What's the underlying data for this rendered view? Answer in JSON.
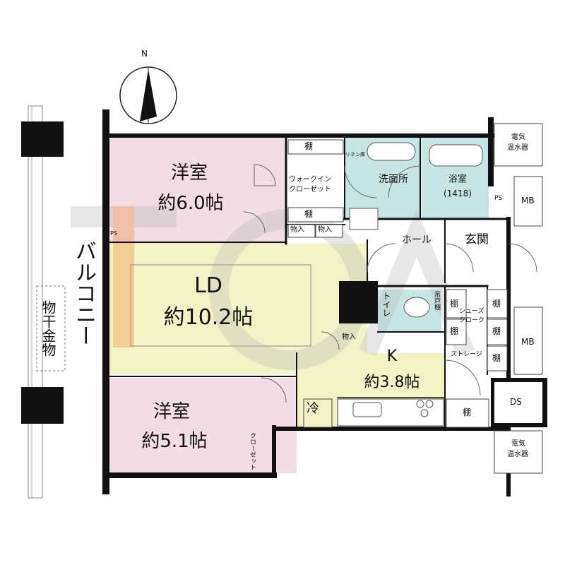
{
  "compass": {
    "north_label": "N"
  },
  "balcony": {
    "label": "バルコニー",
    "drying_rack": "物干金物"
  },
  "rooms": {
    "western1": {
      "name": "洋室",
      "area": "約6.0帖"
    },
    "western2": {
      "name": "洋室",
      "area": "約5.1帖"
    },
    "ld": {
      "name": "LD",
      "area": "約10.2帖"
    },
    "kitchen": {
      "name": "K",
      "area": "約3.8帖"
    },
    "wic": {
      "line1": "ウォークイン",
      "line2": "クローゼット"
    },
    "washroom": {
      "name": "洗面所"
    },
    "bath": {
      "name": "浴室",
      "size": "(1418)"
    },
    "hall": {
      "name": "ホール"
    },
    "entrance": {
      "name": "玄関"
    },
    "toilet": {
      "name": "トイレ"
    },
    "shoes": {
      "line1": "シューズ",
      "line2": "クローク"
    },
    "storage": {
      "name": "ストレージ"
    },
    "closet": {
      "name": "クローゼット"
    }
  },
  "labels": {
    "shelf": "棚",
    "closet_storage": "物入",
    "linen": "リネン庫",
    "ps": "PS",
    "mb": "MB",
    "ds": "DS",
    "hanging_shelf": "吊戸棚",
    "fridge": "冷",
    "water_heater_l1": "電気",
    "water_heater_l2": "温水器"
  },
  "colors": {
    "western": "#f2dde5",
    "ld": "#f4f3c6",
    "kitchen": "#f4f3c6",
    "wet": "#c8e5e5",
    "wall": "#111111"
  }
}
